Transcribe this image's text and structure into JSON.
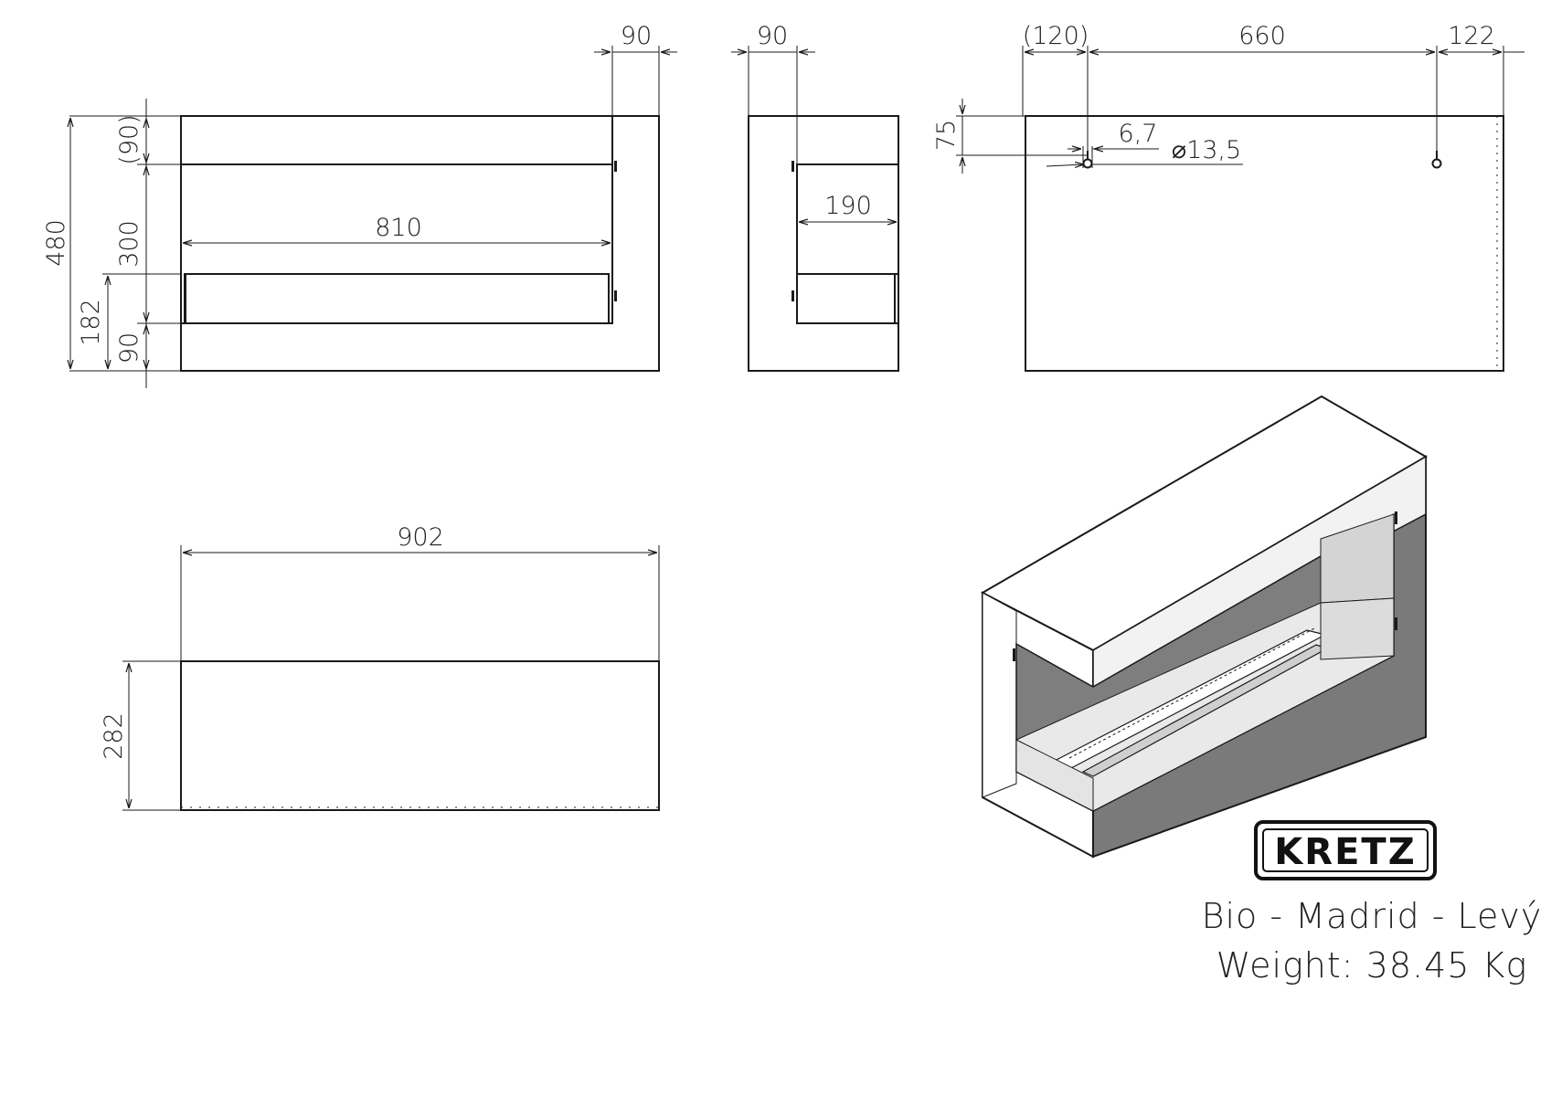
{
  "dimensions": {
    "front": {
      "frame_top": "(90)",
      "opening_height": "300",
      "total_height": "480",
      "bottom_opening": "182",
      "base": "90",
      "inner_width": "810",
      "right_side": "90"
    },
    "side": {
      "top": "90",
      "depth": "190"
    },
    "back": {
      "left_offset": "(120)",
      "hole_spacing": "660",
      "right_offset": "122",
      "top_offset": "75",
      "slot_width": "6,7",
      "hole_diameter": "⌀13,5"
    },
    "bottom": {
      "width": "902",
      "depth": "282"
    }
  },
  "brand": {
    "logo": "KRETZ"
  },
  "product": {
    "name": "Bio - Madrid - Levý",
    "weight": "Weight: 38.45 Kg"
  }
}
